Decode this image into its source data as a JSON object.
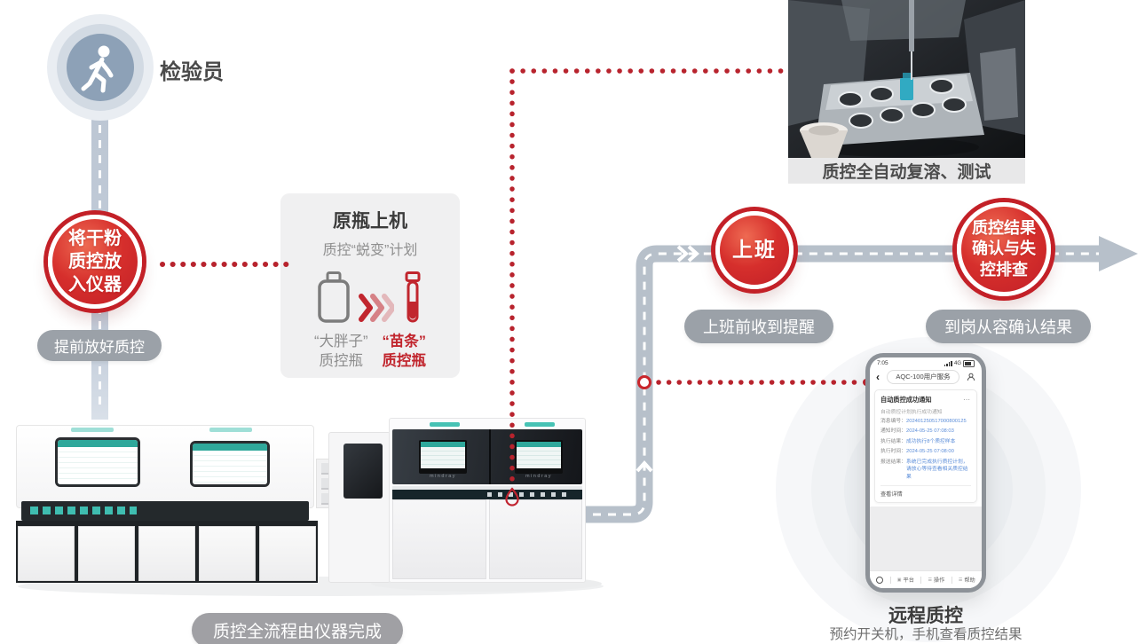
{
  "inspector_label": "检验员",
  "step_place": {
    "circle_text": "将干粉\n质控放\n入仪器",
    "badge": "提前放好质控"
  },
  "step_work": {
    "circle_text": "上班",
    "badge": "上班前收到提醒"
  },
  "step_confirm": {
    "circle_text": "质控结果\n确认与失\n控排查",
    "badge": "到岗从容确认结果"
  },
  "transform_card": {
    "title": "原瓶上机",
    "subtitle": "质控“蜕变”计划",
    "fat_label": "“大胖子”\n质控瓶",
    "slim_label": "“苗条”\n质控瓶"
  },
  "photo_caption": "质控全自动复溶、测试",
  "machines_badge": "质控全流程由仪器完成",
  "machine_brand": "mindray",
  "remote": {
    "title": "远程质控",
    "subtitle": "预约开关机，手机查看质控结果"
  },
  "phone": {
    "status_time": "7:05",
    "network_label": "4G",
    "back_glyph": "‹",
    "nav_title": "AQC-100用户服务",
    "card": {
      "title": "自动质控成功通知",
      "more": "⋯",
      "subtitle": "自动质控计划执行成功通知",
      "rows": [
        {
          "label": "消息编号：",
          "value": "202401250517000800125"
        },
        {
          "label": "通知时间：",
          "value": "2024-05-25 07:08:03"
        },
        {
          "label": "执行结果：",
          "value": "成功执行8个质控样本"
        },
        {
          "label": "执行时间：",
          "value": "2024-05-25 07:08:00"
        },
        {
          "label": "报送结果：",
          "value": "系统已完成执行质控计划，请放心等待查看相关质控结果"
        }
      ],
      "detail_link": "查看详情"
    },
    "tabbar": [
      "平台",
      "操作",
      "帮助"
    ]
  },
  "colors": {
    "accent_red": "#c9252b",
    "road_gray": "#b7c0ca",
    "badge_gray": "#9ba1a8",
    "link_blue": "#5b8dd9",
    "teal": "#2fa89b"
  }
}
